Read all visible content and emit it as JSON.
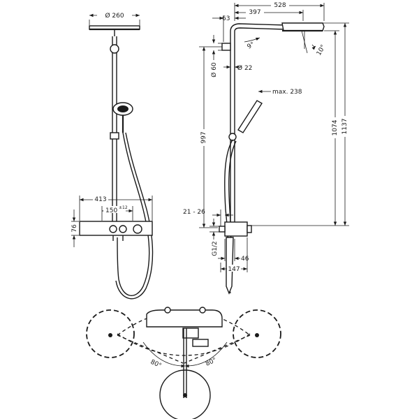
{
  "dimensions": {
    "dia_head": "Ø 260",
    "width_413": "413",
    "width_150": "150",
    "tol_150": "±12",
    "height_76": "76",
    "d_528": "528",
    "d_397": "397",
    "d_63": "63",
    "ang_9": "9°",
    "ang_10": "10°",
    "dia_60": "Ø 60",
    "dia_22": "Ø 22",
    "max_238": "max. 238",
    "d_997": "997",
    "d_1074": "1074",
    "d_1137": "1137",
    "d_21_26": "21 - 26",
    "g_half": "G1/2",
    "d_46": "46",
    "d_147": "147",
    "ang_80_left": "80°",
    "ang_80_right": "80°"
  }
}
